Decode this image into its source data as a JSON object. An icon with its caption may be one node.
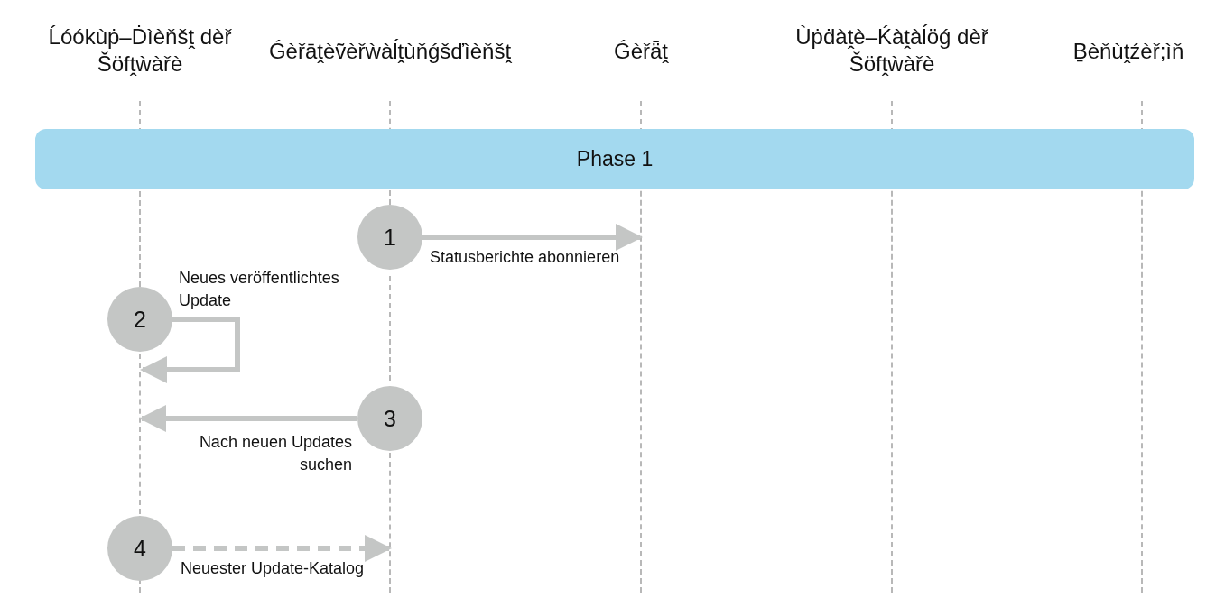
{
  "diagram": {
    "nodes": [
      {
        "text": [
          "Ĺóókùṗ–Ḋìèňšṱ dèř Šöfṱẁàřè"
        ]
      },
      {
        "text": [
          "Ǵèřāṱèṽèřẁàĺṱùňǵšďìèňšṱ"
        ]
      },
      {
        "text": [
          "Ǵèřǟṱ"
        ]
      },
      {
        "text": [
          "Ùṗḋàṱè–Ḱàṱàĺöǵ dèř Šöfṱẁàřè"
        ]
      },
      {
        "text": [
          "Ḇèňùṱźèř;ìň"
        ]
      },
      {
        "text": [],
        "shape": "line"
      },
      {
        "text": [],
        "shape": "line"
      },
      {
        "text": [],
        "shape": "line"
      },
      {
        "text": [],
        "shape": "line"
      },
      {
        "text": [],
        "shape": "line"
      },
      {
        "text": [
          "Phase 1"
        ]
      },
      {
        "text": [
          "1"
        ]
      },
      {
        "text": [
          "2"
        ]
      },
      {
        "text": [
          "3"
        ]
      },
      {
        "text": [
          "4"
        ]
      }
    ],
    "edges": [
      {
        "from": 11,
        "to": 7,
        "arrow": "to",
        "label": "Statusberichte abonnieren"
      },
      {
        "from": 12,
        "to": 5,
        "arrow": "to",
        "label": "Neues veröffentlichtes Update"
      },
      {
        "from": 13,
        "to": 5,
        "arrow": "to",
        "label": "Nach neuen Updates suchen"
      },
      {
        "from": 14,
        "to": 6,
        "arrow": "to",
        "label": "Neuester Update-Katalog",
        "style": "dashed"
      }
    ]
  }
}
